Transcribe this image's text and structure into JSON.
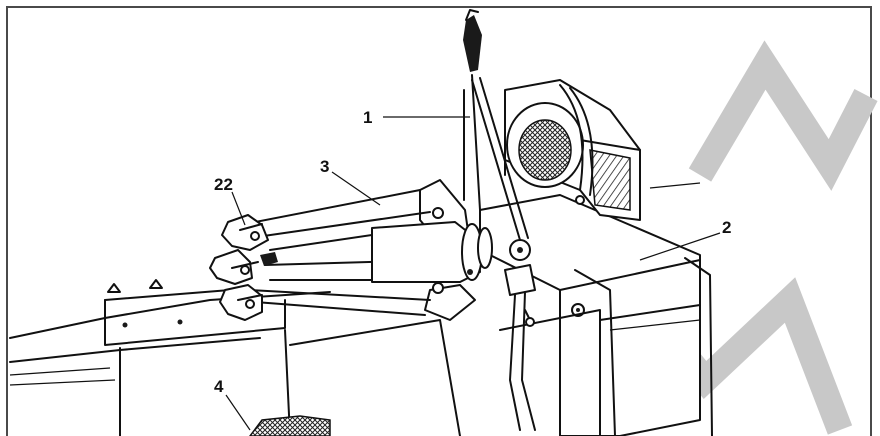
{
  "callouts": {
    "c1": "1",
    "c2": "2",
    "c3": "3",
    "c4": "4",
    "c22": "22"
  },
  "watermark": {
    "color": "#c8c8c8"
  },
  "frame": {
    "border_color": "#4a4a4a"
  }
}
